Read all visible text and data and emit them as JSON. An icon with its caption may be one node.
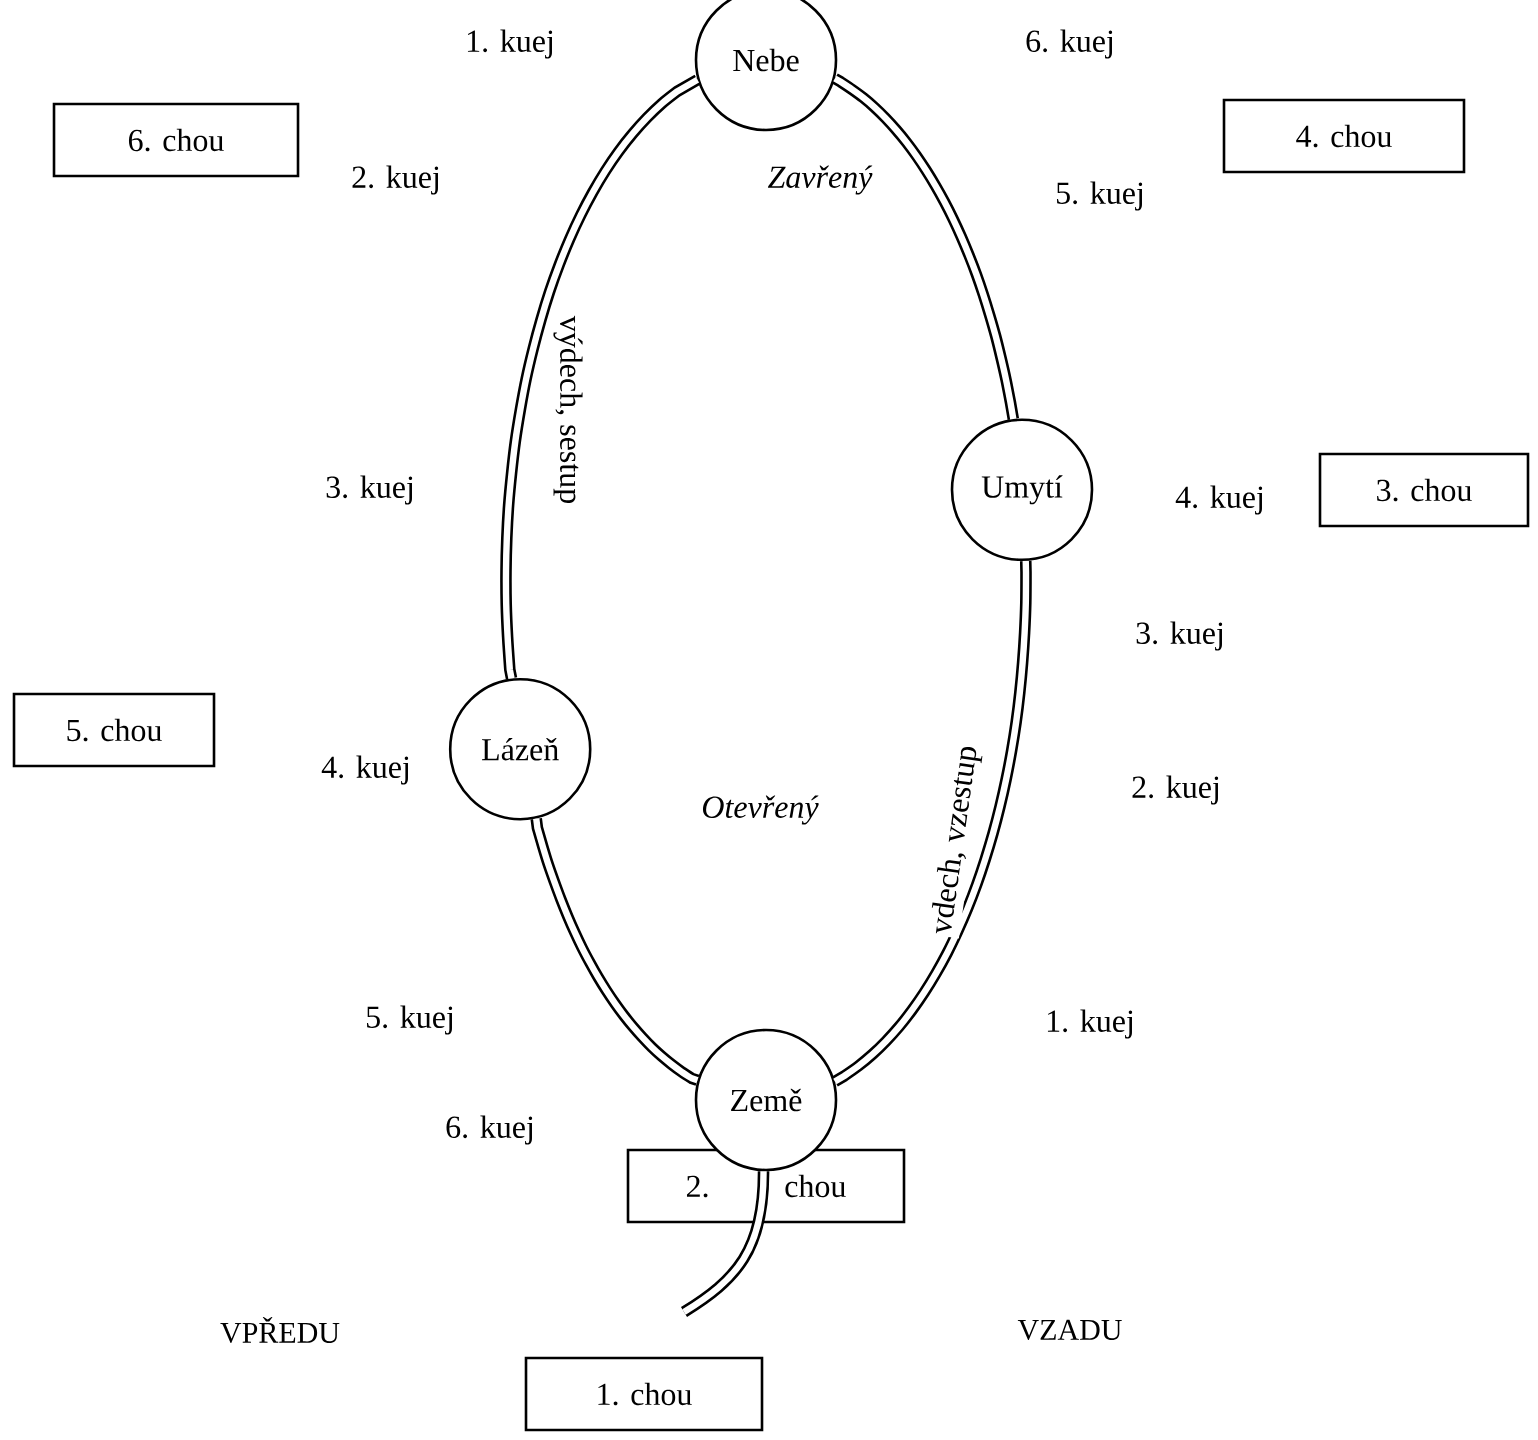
{
  "diagram": {
    "nodes": [
      {
        "text": [
          "Nebe"
        ]
      },
      {
        "text": [
          "6. chou"
        ]
      },
      {
        "text": [
          "4. chou"
        ]
      },
      {
        "text": [
          "Umytí"
        ]
      },
      {
        "text": [
          "3. chou"
        ]
      },
      {
        "text": [
          "Lázeň"
        ]
      },
      {
        "text": [
          "5. chou"
        ]
      },
      {
        "text": [
          "Země"
        ]
      },
      {
        "text": [
          "2. chou"
        ]
      },
      {
        "text": [
          "1. chou"
        ]
      }
    ],
    "edges": [
      {
        "from": 0,
        "to": 3,
        "arrow": "none"
      },
      {
        "from": 3,
        "to": 7,
        "arrow": "none",
        "label": "vdech, vzestup"
      },
      {
        "from": 7,
        "to": 5,
        "arrow": "none"
      },
      {
        "from": 5,
        "to": 0,
        "arrow": "none",
        "label": "výdech, sestup"
      },
      {
        "from": 7,
        "to": null,
        "arrow": "none"
      }
    ],
    "labels": [
      "1. kuej",
      "6. kuej",
      "2. kuej",
      "Zavřený",
      "5. kuej",
      "3. kuej",
      "4. kuej",
      "3. kuej",
      "4. kuej",
      "Otevřený",
      "2. kuej",
      "5. kuej",
      "1. kuej",
      "6. kuej",
      "VPŘEDU",
      "VZADU"
    ]
  }
}
